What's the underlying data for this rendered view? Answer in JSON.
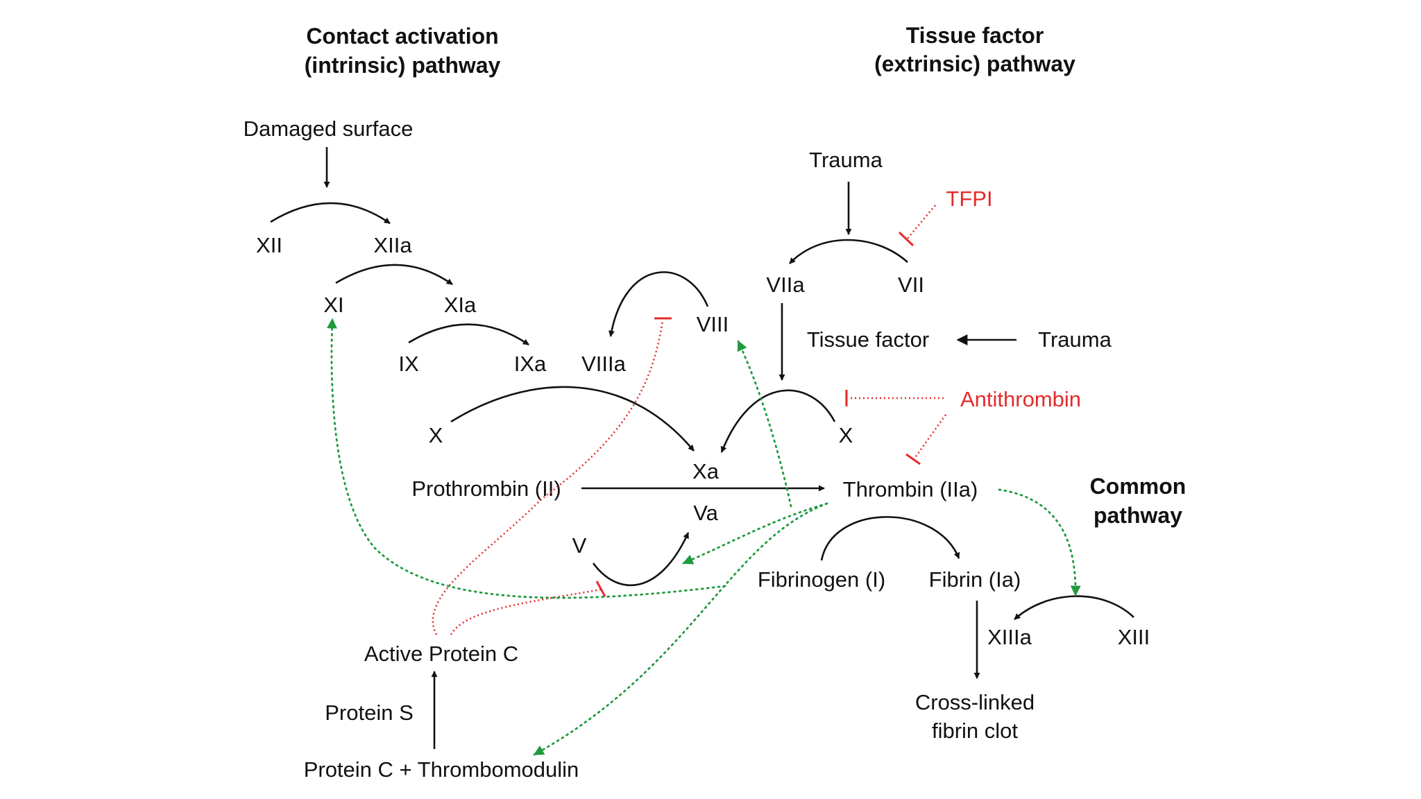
{
  "headers": {
    "intrinsic": [
      "Contact activation",
      "(intrinsic) pathway"
    ],
    "extrinsic": [
      "Tissue factor",
      "(extrinsic) pathway"
    ],
    "common": [
      "Common",
      "pathway"
    ]
  },
  "labels": {
    "damaged_surface": "Damaged surface",
    "xii": "XII",
    "xiia": "XIIa",
    "xi": "XI",
    "xia": "XIa",
    "ix": "IX",
    "ixa": "IXa",
    "viiia": "VIIIa",
    "viii": "VIII",
    "x_left": "X",
    "xa": "Xa",
    "prothrombin": "Prothrombin (II)",
    "va": "Va",
    "v": "V",
    "trauma_top": "Trauma",
    "viia": "VIIa",
    "vii": "VII",
    "tissue_factor": "Tissue factor",
    "trauma_right": "Trauma",
    "x_right": "X",
    "thrombin": "Thrombin (IIa)",
    "fibrinogen": "Fibrinogen (I)",
    "fibrin": "Fibrin (Ia)",
    "xiiia": "XIIIa",
    "xiii": "XIII",
    "clot": [
      "Cross-linked",
      "fibrin clot"
    ],
    "active_protein_c": "Active Protein C",
    "protein_s": "Protein S",
    "protein_c_tm": "Protein C + Thrombomodulin"
  },
  "inhibitors": {
    "tfpi": "TFPI",
    "antithrombin": "Antithrombin"
  },
  "colors": {
    "text": "#111111",
    "inhibitor": "#e32b2b",
    "feedback": "#1f9a3e"
  }
}
